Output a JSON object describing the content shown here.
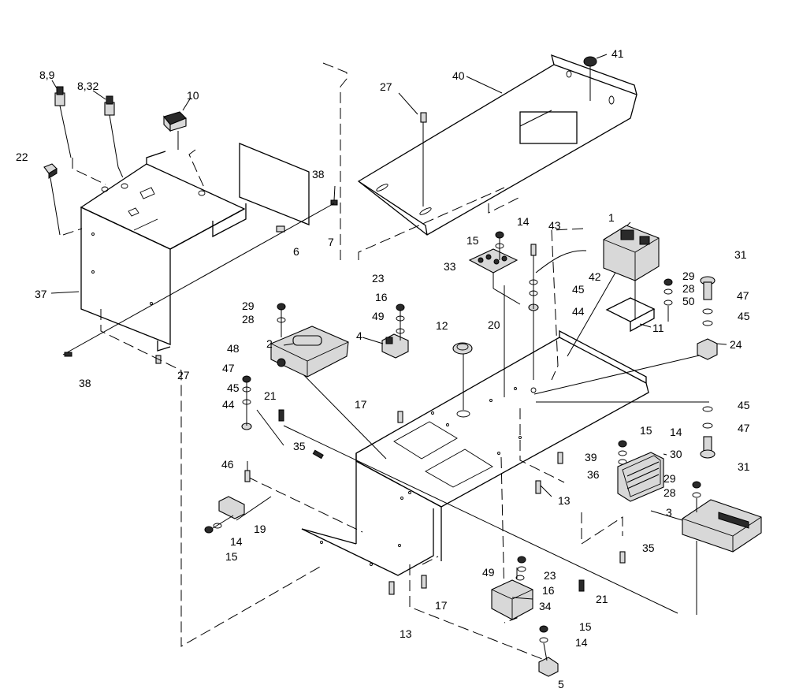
{
  "callouts": [
    {
      "id": "c1",
      "text": "1"
    },
    {
      "id": "c2",
      "text": "2"
    },
    {
      "id": "c3",
      "text": "3"
    },
    {
      "id": "c4",
      "text": "4"
    },
    {
      "id": "c5",
      "text": "5"
    },
    {
      "id": "c6",
      "text": "6"
    },
    {
      "id": "c7",
      "text": "7"
    },
    {
      "id": "c89",
      "text": "8,9"
    },
    {
      "id": "c832",
      "text": "8,32"
    },
    {
      "id": "c10",
      "text": "10"
    },
    {
      "id": "c11",
      "text": "11"
    },
    {
      "id": "c12",
      "text": "12"
    },
    {
      "id": "c13a",
      "text": "13"
    },
    {
      "id": "c13b",
      "text": "13"
    },
    {
      "id": "c14a",
      "text": "14"
    },
    {
      "id": "c14b",
      "text": "14"
    },
    {
      "id": "c14c",
      "text": "14"
    },
    {
      "id": "c14d",
      "text": "14"
    },
    {
      "id": "c15a",
      "text": "15"
    },
    {
      "id": "c15b",
      "text": "15"
    },
    {
      "id": "c15c",
      "text": "15"
    },
    {
      "id": "c15d",
      "text": "15"
    },
    {
      "id": "c16a",
      "text": "16"
    },
    {
      "id": "c16b",
      "text": "16"
    },
    {
      "id": "c17a",
      "text": "17"
    },
    {
      "id": "c17b",
      "text": "17"
    },
    {
      "id": "c19",
      "text": "19"
    },
    {
      "id": "c20",
      "text": "20"
    },
    {
      "id": "c21a",
      "text": "21"
    },
    {
      "id": "c21b",
      "text": "21"
    },
    {
      "id": "c22",
      "text": "22"
    },
    {
      "id": "c23a",
      "text": "23"
    },
    {
      "id": "c23b",
      "text": "23"
    },
    {
      "id": "c24",
      "text": "24"
    },
    {
      "id": "c27a",
      "text": "27"
    },
    {
      "id": "c27b",
      "text": "27"
    },
    {
      "id": "c28a",
      "text": "28"
    },
    {
      "id": "c28b",
      "text": "28"
    },
    {
      "id": "c28c",
      "text": "28"
    },
    {
      "id": "c29a",
      "text": "29"
    },
    {
      "id": "c29b",
      "text": "29"
    },
    {
      "id": "c29c",
      "text": "29"
    },
    {
      "id": "c30",
      "text": "30"
    },
    {
      "id": "c31a",
      "text": "31"
    },
    {
      "id": "c31b",
      "text": "31"
    },
    {
      "id": "c33",
      "text": "33"
    },
    {
      "id": "c34",
      "text": "34"
    },
    {
      "id": "c35a",
      "text": "35"
    },
    {
      "id": "c35b",
      "text": "35"
    },
    {
      "id": "c36",
      "text": "36"
    },
    {
      "id": "c37",
      "text": "37"
    },
    {
      "id": "c38a",
      "text": "38"
    },
    {
      "id": "c38b",
      "text": "38"
    },
    {
      "id": "c39",
      "text": "39"
    },
    {
      "id": "c40",
      "text": "40"
    },
    {
      "id": "c41",
      "text": "41"
    },
    {
      "id": "c42",
      "text": "42"
    },
    {
      "id": "c43",
      "text": "43"
    },
    {
      "id": "c44a",
      "text": "44"
    },
    {
      "id": "c44b",
      "text": "44"
    },
    {
      "id": "c45a",
      "text": "45"
    },
    {
      "id": "c45b",
      "text": "45"
    },
    {
      "id": "c45c",
      "text": "45"
    },
    {
      "id": "c45d",
      "text": "45"
    },
    {
      "id": "c46",
      "text": "46"
    },
    {
      "id": "c47a",
      "text": "47"
    },
    {
      "id": "c47b",
      "text": "47"
    },
    {
      "id": "c47c",
      "text": "47"
    },
    {
      "id": "c48",
      "text": "48"
    },
    {
      "id": "c49a",
      "text": "49"
    },
    {
      "id": "c49b",
      "text": "49"
    },
    {
      "id": "c50",
      "text": "50"
    }
  ]
}
